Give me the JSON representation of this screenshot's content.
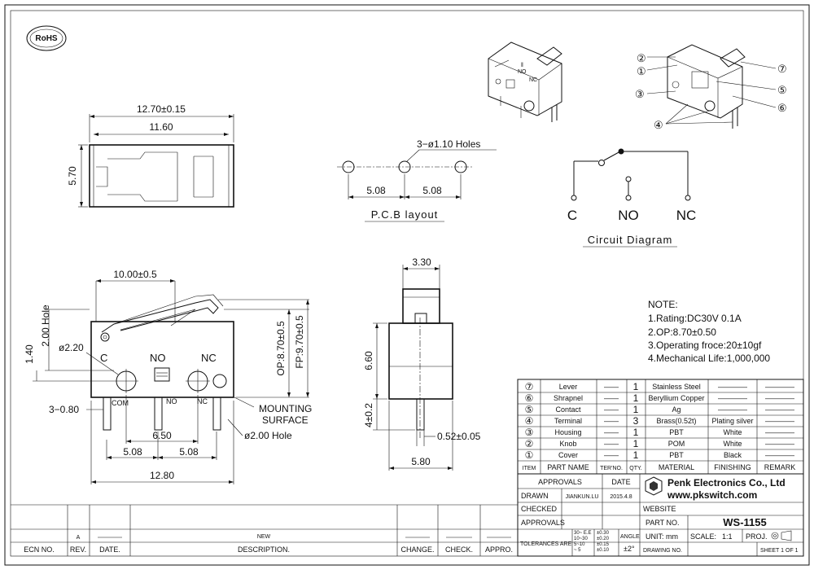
{
  "logo": {
    "rohs": "RoHS"
  },
  "top_view": {
    "dim_overall": "12.70±0.15",
    "dim_inner": "11.60",
    "dim_height": "5.70"
  },
  "pcb": {
    "holes_label": "3−ø1.10 Holes",
    "pitch_left": "5.08",
    "pitch_right": "5.08",
    "caption": "P.C.B layout"
  },
  "circuit": {
    "c": "C",
    "no": "NO",
    "nc": "NC",
    "caption": "Circuit Diagram"
  },
  "numbers": [
    "⑦",
    "⑥",
    "⑤",
    "④",
    "③",
    "②",
    "①"
  ],
  "front_view": {
    "dim_top": "10.00±0.5",
    "dim_140": "1.40",
    "dim_200_hole": "2.00 Hole",
    "dim_220": "ø2.20",
    "label_c": "C",
    "label_no": "NO",
    "label_nc": "NC",
    "label_com": "COM",
    "label_no_small": "NO",
    "label_nc_small": "NC",
    "dim_3_080": "3−0.80",
    "dim_650": "6.50",
    "dim_508_a": "5.08",
    "dim_508_b": "5.08",
    "dim_1280": "12.80",
    "mounting": "MOUNTING",
    "surface": "SURFACE",
    "hole_200": "ø2.00  Hole",
    "op": "OP:8.70±0.5",
    "fp": "FP:9.70±0.5"
  },
  "side_view": {
    "dim_330": "3.30",
    "dim_660": "6.60",
    "dim_4_02": "4±0.2",
    "dim_052": "0.52±0.05",
    "dim_580": "5.80"
  },
  "notes": {
    "title": "NOTE:",
    "lines": [
      "1.Rating:DC30V  0.1A",
      "2.OP:8.70±0.50",
      "3.Operating  froce:20±10gf",
      "4.Mechanical  Life:1,000,000"
    ]
  },
  "bom": {
    "rows": [
      {
        "item": "⑦",
        "name": "Lever",
        "ter": "——",
        "qty": "1",
        "material": "Stainless Steel",
        "finish": "————",
        "remark": "————"
      },
      {
        "item": "⑥",
        "name": "Shrapnel",
        "ter": "——",
        "qty": "1",
        "material": "Beryllium Copper",
        "finish": "————",
        "remark": "————"
      },
      {
        "item": "⑤",
        "name": "Contact",
        "ter": "——",
        "qty": "1",
        "material": "Ag",
        "finish": "————",
        "remark": "————"
      },
      {
        "item": "④",
        "name": "Terminal",
        "ter": "——",
        "qty": "3",
        "material": "Brass(0.52t)",
        "finish": "Plating silver",
        "remark": "————"
      },
      {
        "item": "③",
        "name": "Housing",
        "ter": "——",
        "qty": "1",
        "material": "PBT",
        "finish": "White",
        "remark": "————"
      },
      {
        "item": "②",
        "name": "Knob",
        "ter": "——",
        "qty": "1",
        "material": "POM",
        "finish": "White",
        "remark": "————"
      },
      {
        "item": "①",
        "name": "Cover",
        "ter": "——",
        "qty": "1",
        "material": "PBT",
        "finish": "Black",
        "remark": "————"
      }
    ],
    "headers": {
      "item": "ITEM",
      "name": "PART NAME",
      "ter": "TER'NO.",
      "qty": "QTY.",
      "material": "MATERIAL",
      "finish": "FINISHING",
      "remark": "REMARK"
    }
  },
  "title_block": {
    "approvals": "APPROVALS",
    "date": "DATE",
    "drawn": "DRAWN",
    "drawn_name": "JIANKUN.LU",
    "drawn_date": "2015.4.8",
    "checked": "CHECKED",
    "approvals2": "APPROVALS",
    "company": "Penk Electronics Co., Ltd",
    "website_url": "www.pkswitch.com",
    "website": "WEBSITE",
    "part_no": "PART NO.",
    "part_value": "WS-1155",
    "tolerances": "TOLERANCES  ARE",
    "tol_ranges": [
      "30~ E.E",
      "10~30",
      "5~10",
      "~ 5"
    ],
    "tol_values": [
      "±0.30",
      "±0.20",
      "±0.15",
      "±0.10"
    ],
    "angle": "ANGLE",
    "angle_value": "±2°",
    "unit": "UNIT:  mm",
    "scale": "SCALE:",
    "scale_value": "1:1",
    "proj": "PROJ.",
    "drawing_no": "DRAWING NO.",
    "sheet": "SHEET    1  OF  1"
  },
  "revision": {
    "ecn": "ECN  NO.",
    "rev": "REV.",
    "date": "DATE.",
    "rev_a": "A",
    "new": "NEW",
    "description": "DESCRIPTION.",
    "change": "CHANGE.",
    "check": "CHECK.",
    "appro": "APPRO."
  }
}
